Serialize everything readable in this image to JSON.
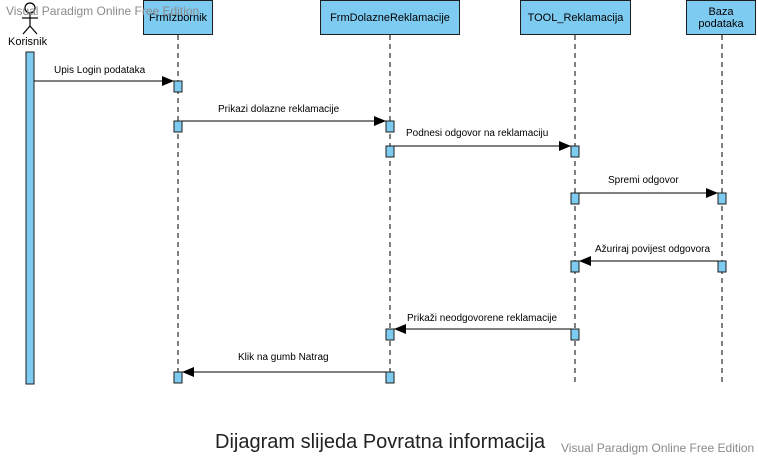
{
  "diagram": {
    "caption": "Dijagram slijeda Povratna informacija",
    "watermark": "Visual Paradigm Online Free Edition",
    "actor": {
      "label": "Korisnik"
    },
    "lifelines": [
      {
        "id": "frm-izbornik",
        "label": "FrmIzbornik"
      },
      {
        "id": "frm-dolazne",
        "label": "FrmDolazneReklamacije"
      },
      {
        "id": "tool",
        "label": "TOOL_Reklamacija"
      },
      {
        "id": "baza",
        "label": "Baza podataka"
      }
    ],
    "messages": [
      {
        "label": "Upis Login podataka"
      },
      {
        "label": "Prikazi dolazne reklamacije"
      },
      {
        "label": "Podnesi odgovor na reklamaciju"
      },
      {
        "label": "Spremi odgovor"
      },
      {
        "label": "Ažuriraj povijest odgovora"
      },
      {
        "label": "Prikaži neodgovorene reklamacije"
      },
      {
        "label": "Klik na gumb Natrag"
      }
    ],
    "colors": {
      "box_fill": "#7ecbf1",
      "stroke": "#1e1e1e"
    }
  }
}
